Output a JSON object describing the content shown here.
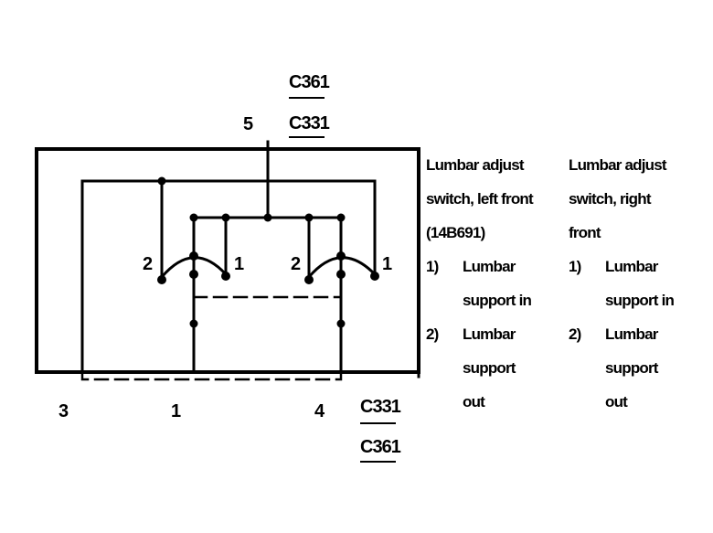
{
  "connectors": {
    "top": {
      "pin": "5",
      "upper": "C361",
      "lower": "C331"
    },
    "bottom": {
      "upper": "C331",
      "lower": "C361"
    }
  },
  "pins": {
    "pin3": "3",
    "pin1": "1",
    "pin4": "4",
    "left_switch_a": "2",
    "left_switch_b": "1",
    "right_switch_a": "2",
    "right_switch_b": "1"
  },
  "legend": {
    "left": {
      "title_lines": [
        "Lumbar adjust",
        "switch, left front",
        "(14B691)"
      ],
      "items": [
        {
          "num": "1)",
          "lines": [
            "Lumbar",
            "support in"
          ]
        },
        {
          "num": "2)",
          "lines": [
            "Lumbar",
            "support",
            "out"
          ]
        }
      ]
    },
    "right": {
      "title_lines": [
        "Lumbar adjust",
        "switch, right",
        "front"
      ],
      "items": [
        {
          "num": "1)",
          "lines": [
            "Lumbar",
            "support in"
          ]
        },
        {
          "num": "2)",
          "lines": [
            "Lumbar",
            "support",
            "out"
          ]
        }
      ]
    }
  }
}
